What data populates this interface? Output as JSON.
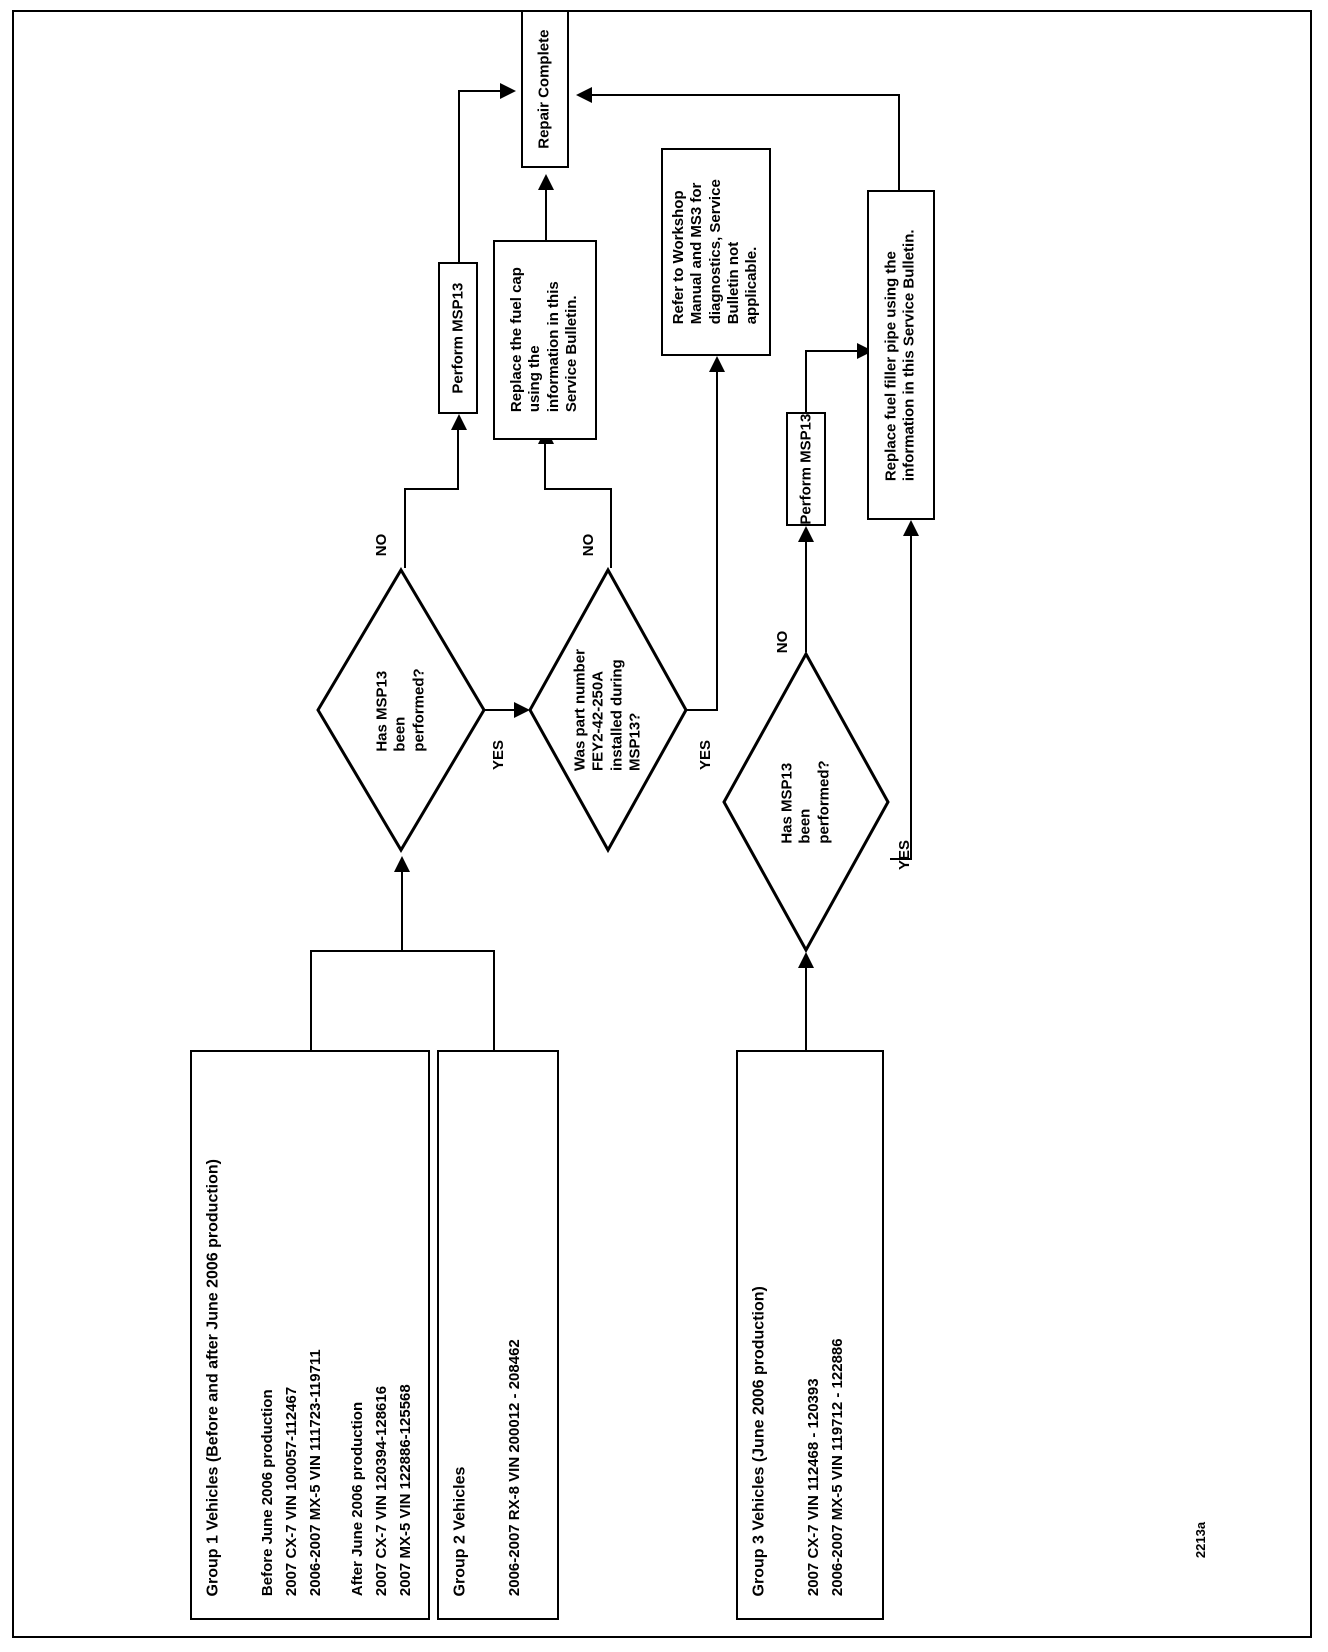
{
  "figure": {
    "code": "2213a",
    "orientation": "rotated-90-ccw",
    "type": "flowchart"
  },
  "terminals": {
    "repair_complete": "Repair Complete"
  },
  "process_boxes": {
    "perform_msp13_left": "Perform MSP13",
    "perform_msp13_right": "Perform MSP13",
    "replace_fuel_cap": "Replace the fuel cap\nusing the\ninformation in this\nService Bulletin.",
    "refer_workshop_manual": "Refer to Workshop\nManual and MS3 for\ndiagnostics, Service\nBulletin not\napplicable.",
    "replace_filler_pipe": "Replace fuel filler pipe using the\ninformation in this Service Bulletin."
  },
  "decisions": {
    "d1": {
      "text": "Has MSP13\nbeen\nperformed?",
      "no_label": "NO",
      "yes_label": "YES"
    },
    "d2": {
      "text": "Was part number\nFEY2-42-250A\ninstalled during\nMSP13?",
      "no_label": "NO",
      "yes_label": "YES"
    },
    "d3": {
      "text": "Has MSP13\nbeen\nperformed?",
      "no_label": "NO",
      "yes_label": "YES"
    }
  },
  "group_boxes": {
    "group1": {
      "title": "Group 1 Vehicles (Before and after June 2006 production)",
      "lines": [
        "Before June 2006 production",
        "2007 CX-7 VIN 100057-112467",
        "2006-2007 MX-5 VIN 111723-119711",
        "",
        "After June 2006 production",
        "2007 CX-7 VIN 120394-128616",
        "2007 MX-5 VIN 122886-125568"
      ]
    },
    "group2": {
      "title": "Group 2 Vehicles",
      "lines": [
        "",
        "2006-2007 RX-8 VIN 200012 - 208462"
      ]
    },
    "group3": {
      "title": "Group 3 Vehicles (June 2006 production)",
      "lines": [
        "",
        "2007 CX-7 VIN 112468 - 120393",
        "2006-2007 MX-5 VIN 119712 - 122886"
      ]
    }
  },
  "colors": {
    "stroke": "#000000",
    "background": "#ffffff"
  },
  "chart_data": {
    "type": "diagram",
    "title": "MSP13 / Fuel System Service Bulletin Decision Flowchart",
    "nodes": [
      {
        "id": "group1",
        "kind": "input",
        "label": "Group 1 Vehicles (Before and after June 2006 production)"
      },
      {
        "id": "group2",
        "kind": "input",
        "label": "Group 2 Vehicles"
      },
      {
        "id": "group3",
        "kind": "input",
        "label": "Group 3 Vehicles (June 2006 production)"
      },
      {
        "id": "d1",
        "kind": "decision",
        "label": "Has MSP13 been performed?"
      },
      {
        "id": "d2",
        "kind": "decision",
        "label": "Was part number FEY2-42-250A installed during MSP13?"
      },
      {
        "id": "d3",
        "kind": "decision",
        "label": "Has MSP13 been performed?"
      },
      {
        "id": "p1",
        "kind": "process",
        "label": "Perform MSP13"
      },
      {
        "id": "p2",
        "kind": "process",
        "label": "Replace the fuel cap using the information in this Service Bulletin."
      },
      {
        "id": "p3",
        "kind": "process",
        "label": "Refer to Workshop Manual and MS3 for diagnostics, Service Bulletin not applicable."
      },
      {
        "id": "p4",
        "kind": "process",
        "label": "Perform MSP13"
      },
      {
        "id": "p5",
        "kind": "process",
        "label": "Replace fuel filler pipe using the information in this Service Bulletin."
      },
      {
        "id": "end",
        "kind": "terminal",
        "label": "Repair Complete"
      }
    ],
    "edges": [
      {
        "from": "group1",
        "to": "d1",
        "label": ""
      },
      {
        "from": "group2",
        "to": "d1",
        "label": ""
      },
      {
        "from": "d1",
        "to": "p1",
        "label": "NO"
      },
      {
        "from": "p1",
        "to": "end",
        "label": ""
      },
      {
        "from": "d1",
        "to": "d2",
        "label": "YES"
      },
      {
        "from": "d2",
        "to": "p2",
        "label": "NO"
      },
      {
        "from": "p2",
        "to": "end",
        "label": ""
      },
      {
        "from": "d2",
        "to": "p3",
        "label": "YES"
      },
      {
        "from": "group3",
        "to": "d3",
        "label": ""
      },
      {
        "from": "d3",
        "to": "p4",
        "label": "NO"
      },
      {
        "from": "p4",
        "to": "p5",
        "label": ""
      },
      {
        "from": "d3",
        "to": "p5",
        "label": "YES"
      },
      {
        "from": "p5",
        "to": "end",
        "label": ""
      }
    ]
  }
}
